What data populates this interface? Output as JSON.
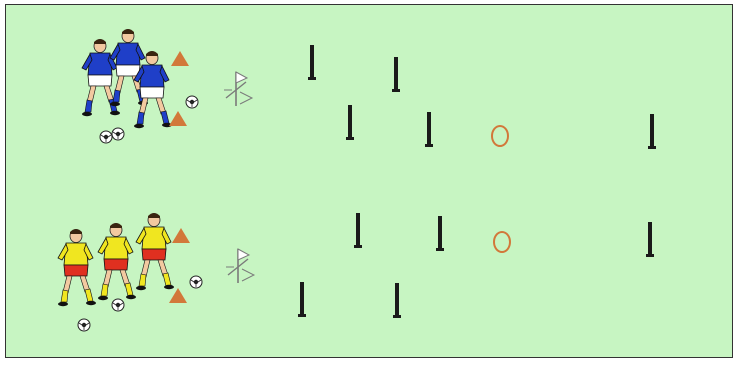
{
  "colors": {
    "field": "#c7f5c2",
    "border": "#333333",
    "pole": "#1a1a1a",
    "cone": "#d2783a",
    "ring": "#d2783a",
    "team_a_shirt": "#1f3fc8",
    "team_a_shorts": "#ffffff",
    "team_a_socks": "#1f3fc8",
    "team_b_shirt": "#f0e620",
    "team_b_shorts": "#e03020",
    "team_b_socks": "#f0e620",
    "skin": "#f2c9a0",
    "hair": "#3a2510",
    "flag": "#7a7a7a"
  },
  "icons": [
    "player-icon",
    "soccer-ball-icon",
    "cone-icon",
    "corner-flag-icon",
    "pole-icon",
    "ring-target-icon"
  ],
  "groups": [
    {
      "team": "blue",
      "players": 3
    },
    {
      "team": "yellow",
      "players": 3
    }
  ]
}
